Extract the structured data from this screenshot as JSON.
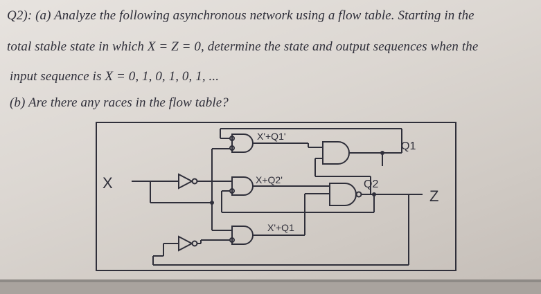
{
  "question": {
    "line1": "Q2): (a) Analyze the following asynchronous network using a flow table. Starting in the",
    "line2": "total stable state in which X = Z = 0, determine the state and output sequences when the",
    "line3": "input sequence is X = 0, 1, 0, 1, 0, 1, ...",
    "line4": "(b) Are there any races in the flow table?"
  },
  "circuit": {
    "input_label": "X",
    "output_label": "Z",
    "q1_label": "Q1",
    "q2_label": "Q2",
    "gate1_label": "X'+Q1'",
    "gate2_label": "X+Q2'",
    "gate3_label": "X'+Q1"
  }
}
